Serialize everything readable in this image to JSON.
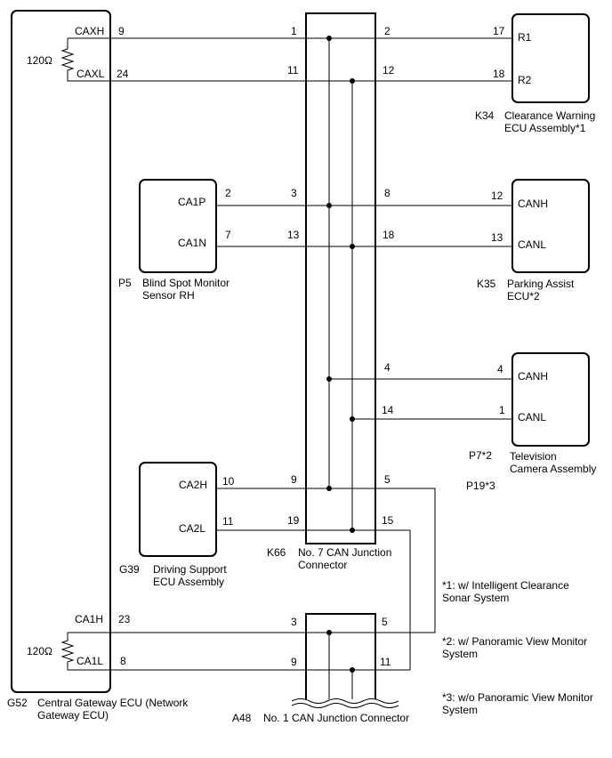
{
  "components": {
    "central_gateway": {
      "code": "G52",
      "name_line1": "Central Gateway ECU (Network",
      "name_line2": "Gateway ECU)",
      "resistor_value": "120Ω",
      "pins": {
        "caxh": "CAXH",
        "caxl": "CAXL",
        "ca1h": "CA1H",
        "ca1l": "CA1L"
      },
      "pin_numbers": {
        "caxh": "9",
        "caxl": "24",
        "ca1h": "23",
        "ca1l": "8"
      }
    },
    "clearance_warning": {
      "code": "K34",
      "name_line1": "Clearance Warning",
      "name_line2": "ECU Assembly*1",
      "pins": {
        "r1": "R1",
        "r2": "R2"
      },
      "pin_numbers": {
        "r1": "17",
        "r2": "18"
      }
    },
    "blind_spot": {
      "code": "P5",
      "name_line1": "Blind Spot Monitor",
      "name_line2": "Sensor RH",
      "pins": {
        "ca1p": "CA1P",
        "ca1n": "CA1N"
      },
      "pin_numbers": {
        "ca1p": "2",
        "ca1n": "7"
      }
    },
    "parking_assist": {
      "code": "K35",
      "name_line1": "Parking Assist",
      "name_line2": "ECU*2",
      "pins": {
        "canh": "CANH",
        "canl": "CANL"
      },
      "pin_numbers": {
        "canh": "12",
        "canl": "13"
      }
    },
    "television_camera": {
      "code1": "P7*2",
      "code2": "P19*3",
      "name_line1": "Television",
      "name_line2": "Camera Assembly",
      "pins": {
        "canh": "CANH",
        "canl": "CANL"
      },
      "pin_numbers": {
        "canh": "4",
        "canl": "1"
      }
    },
    "driving_support": {
      "code": "G39",
      "name_line1": "Driving Support",
      "name_line2": "ECU Assembly",
      "pins": {
        "ca2h": "CA2H",
        "ca2l": "CA2L"
      },
      "pin_numbers": {
        "ca2h": "10",
        "ca2l": "11"
      }
    },
    "junction_7": {
      "code": "K66",
      "name_line1": "No. 7 CAN Junction",
      "name_line2": "Connector",
      "left_pins": [
        "1",
        "11",
        "3",
        "13",
        "9",
        "19"
      ],
      "right_pins": [
        "2",
        "12",
        "8",
        "18",
        "4",
        "14",
        "5",
        "15"
      ]
    },
    "junction_1": {
      "code": "A48",
      "name": "No. 1 CAN Junction Connector",
      "left_pins": [
        "3",
        "9"
      ],
      "right_pins": [
        "5",
        "11"
      ]
    }
  },
  "notes": [
    {
      "line1": "*1: w/ Intelligent Clearance",
      "line2": "Sonar System"
    },
    {
      "line1": "*2: w/ Panoramic View Monitor",
      "line2": "System"
    },
    {
      "line1": "*3: w/o Panoramic View Monitor",
      "line2": "System"
    }
  ]
}
